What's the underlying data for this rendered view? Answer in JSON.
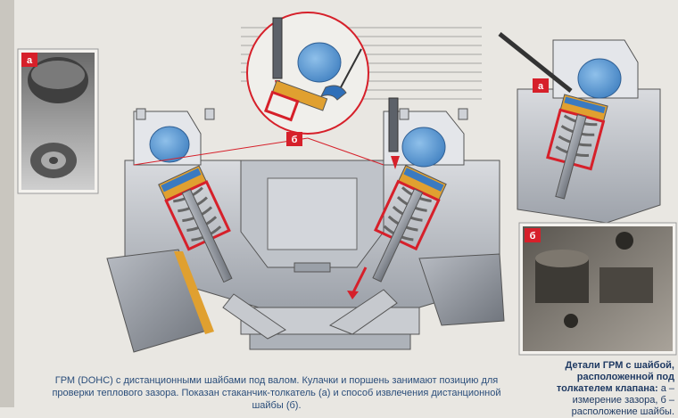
{
  "labels": {
    "a": "а",
    "b": "б"
  },
  "caption": {
    "main": "ГРМ (DOHC) с дистанционными шайбами под валом. Кулачки и поршень занимают позицию для проверки теплового зазора. Показан стаканчик-толкатель (а) и способ извлечения дистанционной шайбы (б).",
    "side_title": "Детали ГРМ с шайбой, расположенной под толкателем клапана:",
    "side_body": " а – измерение зазора, б – расположение шайбы."
  },
  "colors": {
    "accent_red": "#d6202a",
    "caption_blue": "#2a4d7a",
    "cam_blue": "#5b9bd5"
  }
}
